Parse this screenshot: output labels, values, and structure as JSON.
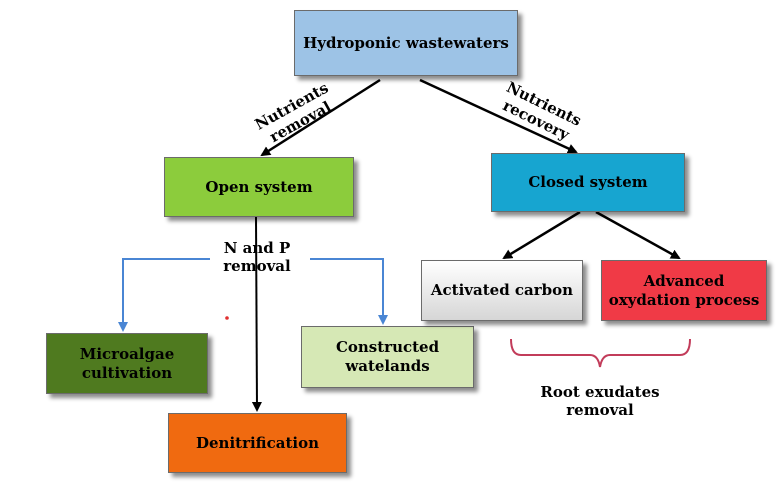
{
  "nodes": {
    "root": "Hydroponic wastewaters",
    "open": "Open system",
    "closed": "Closed system",
    "np_line1": "N and P",
    "np_line2": "removal",
    "microalgae_line1": "Microalgae",
    "microalgae_line2": "cultivation",
    "constructed_line1": "Constructed",
    "constructed_line2": "watelands",
    "denitrification": "Denitrification",
    "activated": "Activated carbon",
    "advanced_line1": "Advanced",
    "advanced_line2": "oxydation process"
  },
  "edge_labels": {
    "nutrients_removal_line1": "Nutrients",
    "nutrients_removal_line2": "removal",
    "nutrients_recovery_line1": "Nutrients",
    "nutrients_recovery_line2": "recovery",
    "root_exudates_line1": "Root exudates",
    "root_exudates_line2": "removal"
  },
  "colors": {
    "root": "#9dc3e6",
    "open": "#8ccc3c",
    "closed": "#17a5d0",
    "microalgae": "#4f7a1f",
    "constructed": "#d6e8b5",
    "denitrification": "#f06a10",
    "activated": "#eeeeee",
    "advanced": "#f03a46",
    "blue_arrow": "#4a86d4",
    "brace": "#c23c5a"
  }
}
